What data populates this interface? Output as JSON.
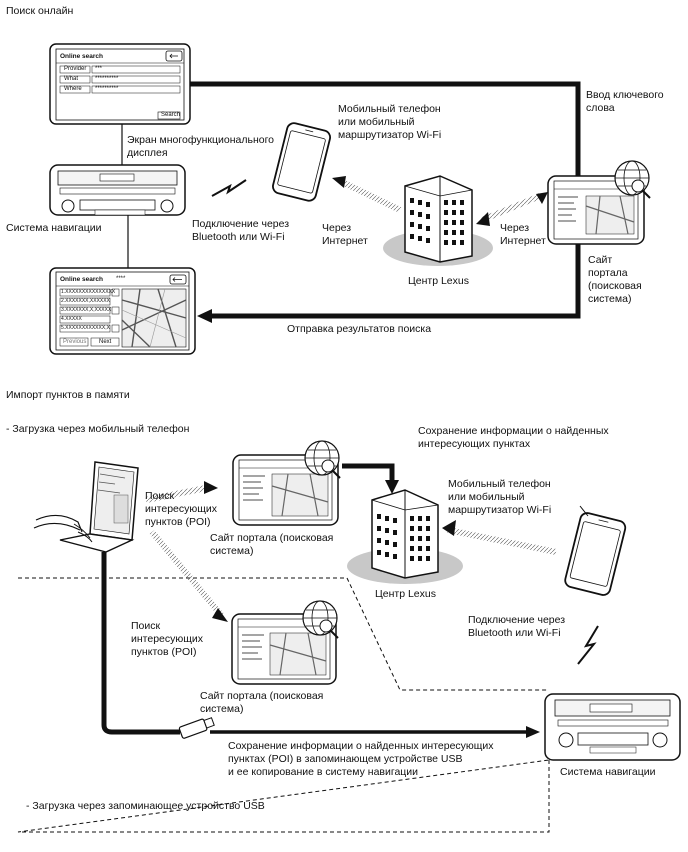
{
  "section1": {
    "title": "Поиск онлайн",
    "keyword_entry": "Ввод ключевого\nслова",
    "mfd_screen": "Экран многофункционального\nдисплея",
    "navigation_system": "Система навигации",
    "mobile_phone": "Мобильный телефон\nили мобильный\nмаршрутизатор Wi-Fi",
    "connection": "Подключение через\nBluetooth или Wi-Fi",
    "via_internet_left": "Через\nИнтернет",
    "via_internet_right": "Через\nИнтернет",
    "lexus_center": "Центр Lexus",
    "portal_site": "Сайт\nпортала\n(поисковая\nсистема)",
    "send_results": "Отправка результатов поиска",
    "online_search_screen": {
      "title": "Online search",
      "rows": [
        {
          "label": "Provider",
          "value": "***"
        },
        {
          "label": "What",
          "value": "**********"
        },
        {
          "label": "Where",
          "value": "**********"
        }
      ],
      "search_button": "Search"
    },
    "results_screen": {
      "title": "Online search",
      "stars": "****",
      "items": [
        "1.XXXXXXXXXXXXXXX",
        "2.XXXXXXX,XXXXXX",
        "3.XXXXXXX,X,XXXXX",
        "4.XXXXX",
        "5.XXXXXXXXXXXX,X"
      ],
      "previous": "Previous",
      "next": "Next"
    }
  },
  "section2": {
    "title": "Импорт пунктов в памяти",
    "mobile_download": "- Загрузка через мобильный телефон",
    "save_info": "Сохранение информации о найденных\nинтересующих пунктах",
    "poi_search_1": "Поиск\nинтересующих\nпунктов (POI)",
    "portal_1": "Сайт портала (поисковая\nсистема)",
    "mobile_phone": "Мобильный телефон\nили мобильный\nмаршрутизатор Wi-Fi",
    "lexus_center": "Центр Lexus",
    "connection": "Подключение через\nBluetooth или Wi-Fi",
    "poi_search_2": "Поиск\nинтересующих\nпунктов (POI)",
    "portal_2": "Сайт портала (поисковая\nсистема)",
    "usb_save": "Сохранение информации о найденных интересующих\nпунктах (POI) в запоминающем устройстве USB\nи ее копирование в систему навигации",
    "navigation_system": "Система навигации",
    "usb_download": "- Загрузка через запоминающее устройство USB"
  }
}
